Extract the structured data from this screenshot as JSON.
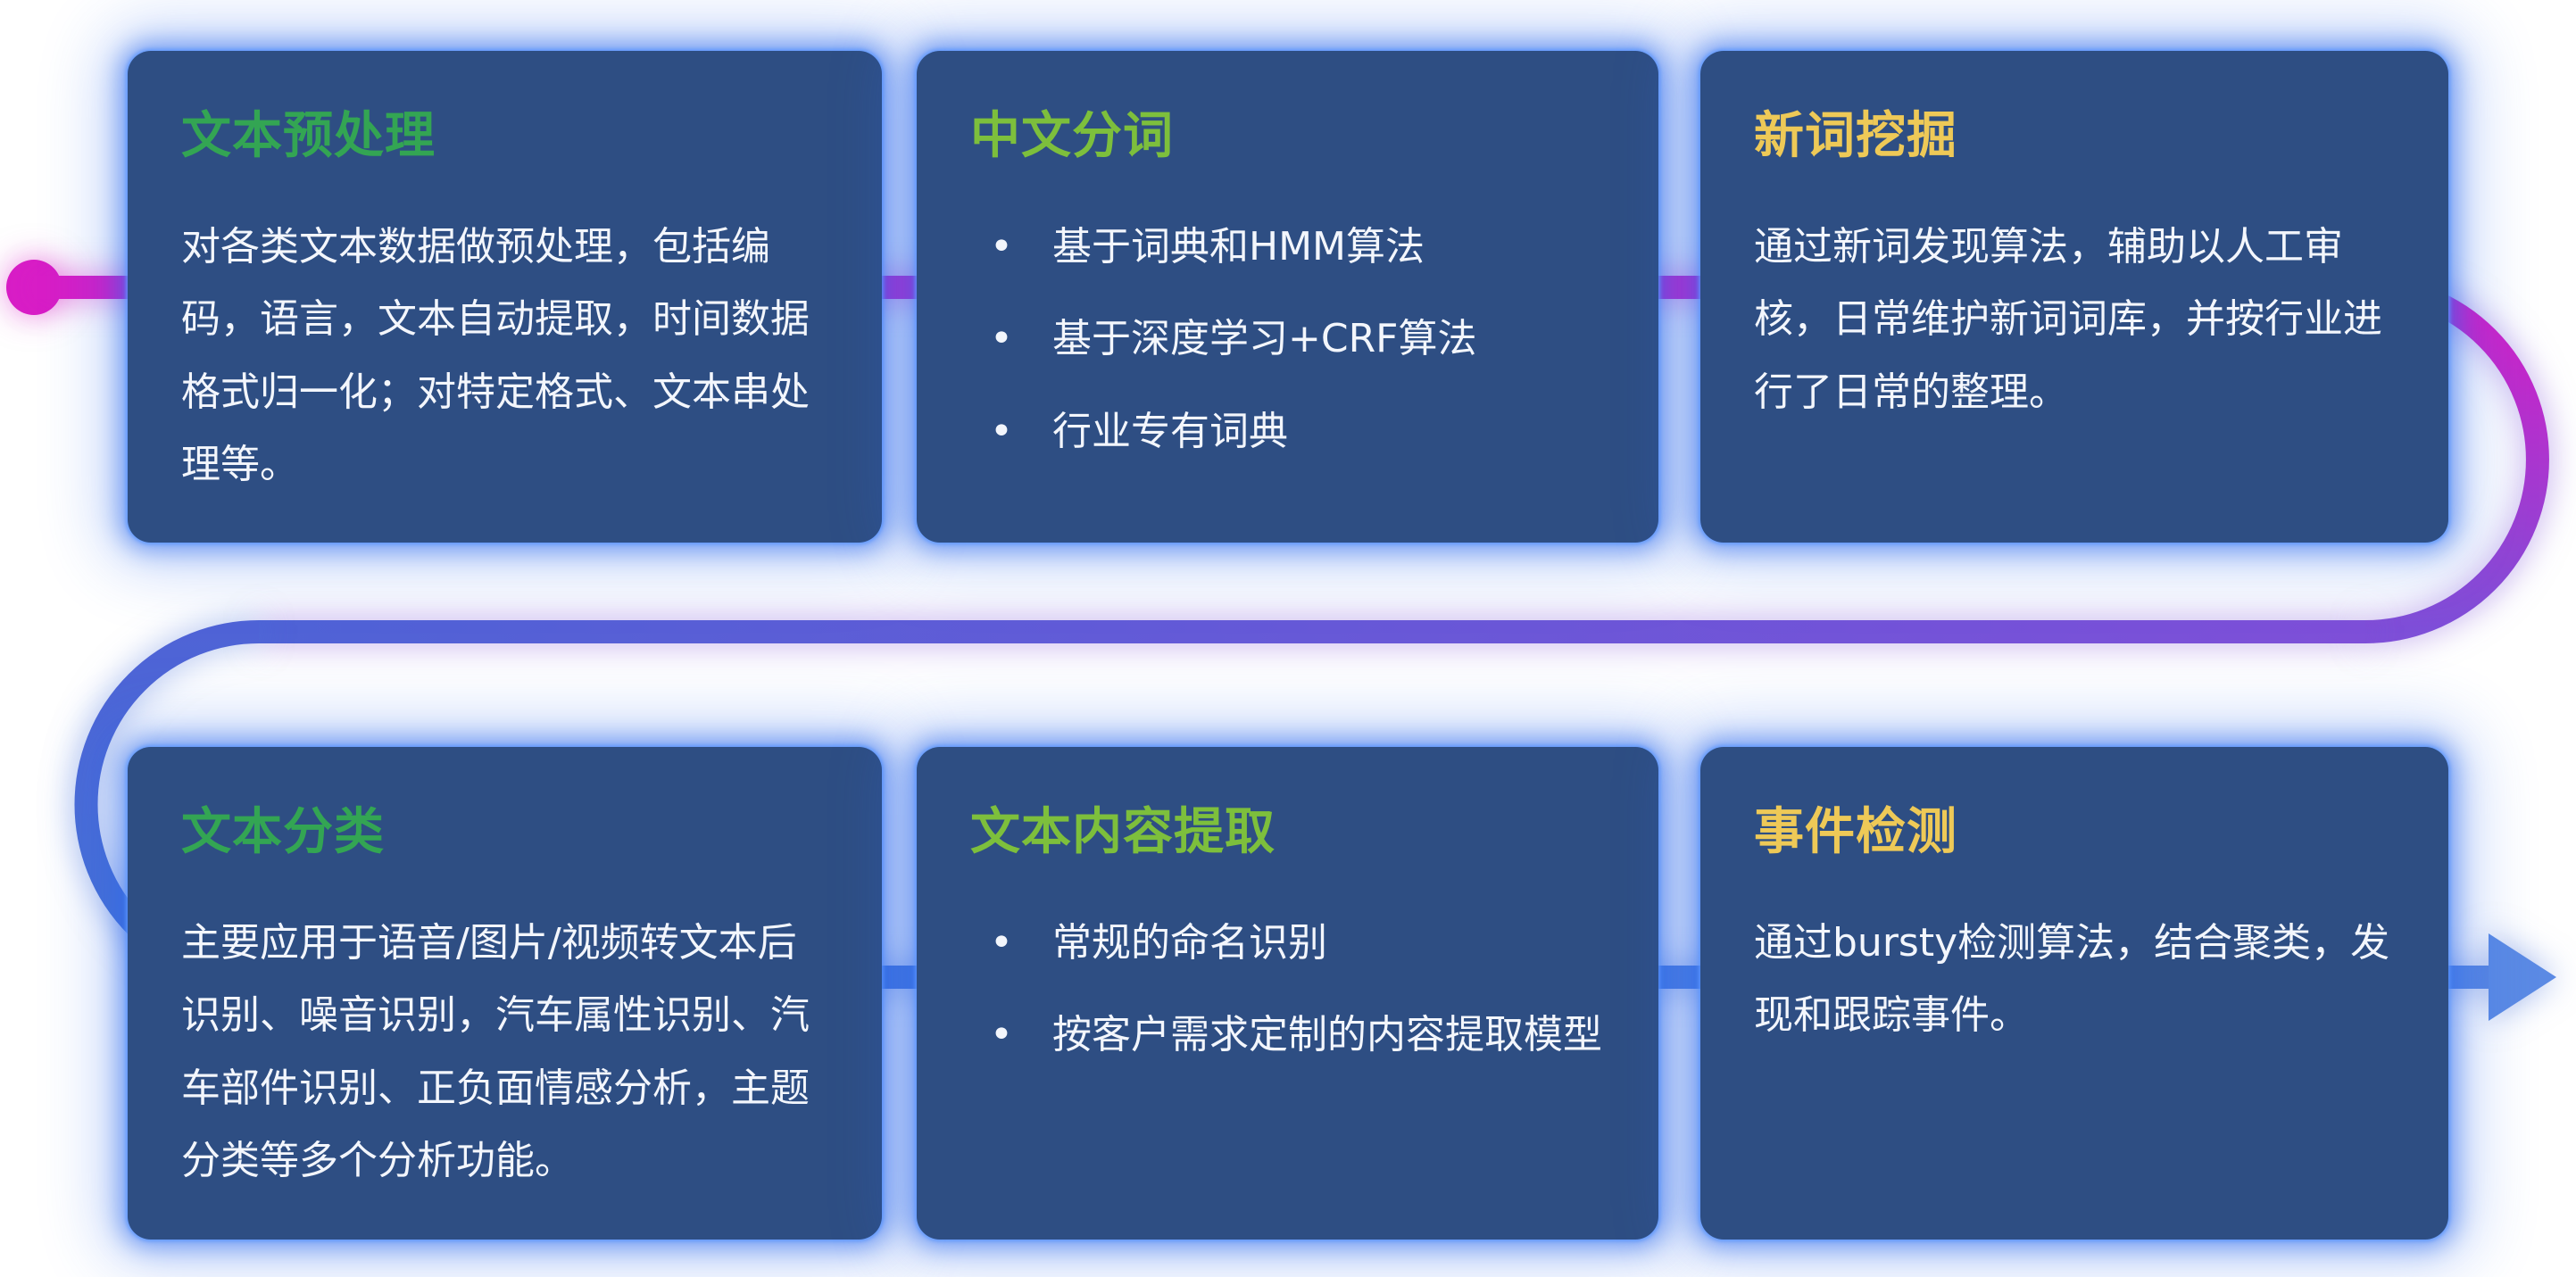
{
  "cards": [
    {
      "id": "text-preprocessing",
      "title": "文本预处理",
      "title_color": "#33a553",
      "body": "对各类文本数据做预处理，包括编码，语言，文本自动提取，时间数据格式归一化；对特定格式、文本串处理等。"
    },
    {
      "id": "chinese-word-segmentation",
      "title": "中文分词",
      "title_color": "#7dbf3c",
      "bullets": [
        "基于词典和HMM算法",
        "基于深度学习+CRF算法",
        "行业专有词典"
      ]
    },
    {
      "id": "new-word-mining",
      "title": "新词挖掘",
      "title_color": "#eec957",
      "body": "通过新词发现算法，辅助以人工审核，日常维护新词词库，并按行业进行了日常的整理。"
    },
    {
      "id": "text-classification",
      "title": "文本分类",
      "title_color": "#33a553",
      "body": "主要应用于语音/图片/视频转文本后识别、噪音识别，汽车属性识别、汽车部件识别、正负面情感分析，主题分类等多个分析功能。"
    },
    {
      "id": "text-content-extraction",
      "title": "文本内容提取",
      "title_color": "#7dbf3c",
      "bullets": [
        "常规的命名识别",
        "按客户需求定制的内容提取模型"
      ]
    },
    {
      "id": "event-detection",
      "title": "事件检测",
      "title_color": "#eec957",
      "body": "通过bursty检测算法，结合聚类，发现和跟踪事件。"
    }
  ],
  "flow": {
    "arrow_icon": "arrow-right",
    "start_dot_color": "#d81dc6",
    "top_line_color": "#d81dc6",
    "middle_line_color": "#7e4fd8",
    "bottom_line_color": "#4a74d6",
    "arrow_color": "#5b8ae4"
  },
  "colors": {
    "page_background": "#ffffff",
    "card_background": "#2e4e83",
    "card_glow": "#2f6ced",
    "body_text": "#f3f6fc"
  }
}
